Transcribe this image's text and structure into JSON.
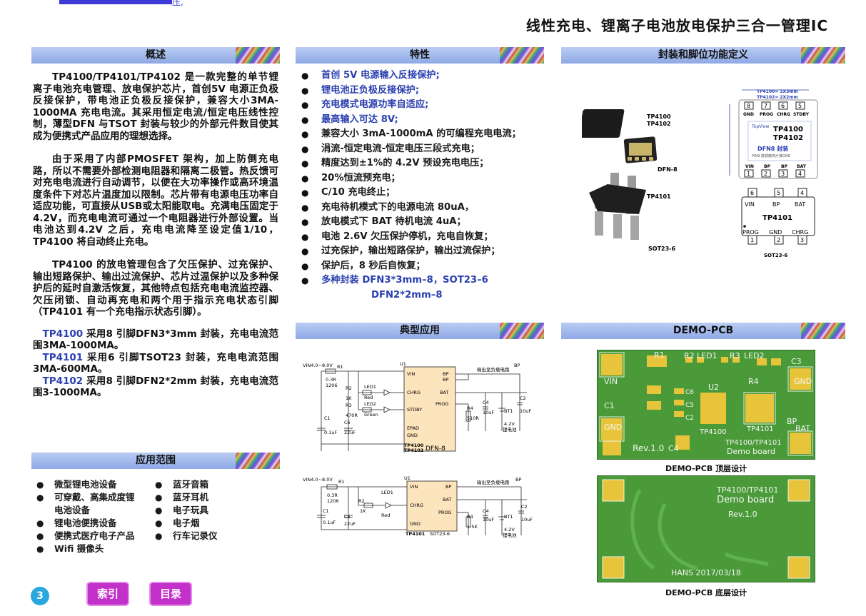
{
  "top_fragment": "压,",
  "page_title": "线性充电、锂离子电池放电保护三合一管理IC",
  "sections": {
    "overview": "概述",
    "features": "特性",
    "package": "封装和脚位功能定义",
    "typical": "典型应用",
    "demo_pcb": "DEMO-PCB",
    "applications": "应用范围"
  },
  "overview_paragraphs": [
    "TP4100/TP4101/TP4102 是一款完整的单节锂离子电池充电管理、放电保护芯片，首创5V 电源正负极反接保护，带电池正负极反接保护，兼容大小3MA-1000MA 充电电流。其采用恒定电流/恒定电压线性控制，薄型DFN 与TSOT 封装与较少的外部元件数目使其成为便携式产品应用的理想选择。",
    "由于采用了内部PMOSFET 架构，加上防倒充电路，所以不需要外部检测电阻器和隔离二极管。热反馈可对充电电流进行自动调节，以便在大功率操作或高环境温度条件下对芯片温度加以限制。芯片带有电源电压功率自适应功能，可直接从USB或太阳能取电。充满电压固定于4.2V，而充电电流可通过一个电阻器进行外部设置。当电池达到4.2V 之后，充电电流降至设定值1/10，TP4100 将自动终止充电。",
    "TP4100 的放电管理包含了欠压保护、过充保护、输出短路保护、输出过流保护、芯片过温保护以及多种保护后的延时自激活恢复，其他特点包括充电电流监控器、欠压闭锁、自动再充电和两个用于指示充电状态引脚（TP4101 有一个充电指示状态引脚）。"
  ],
  "package_notes": [
    {
      "part": "TP4100",
      "text": "采用8 引脚DFN3*3mm 封装，充电电流范围3MA-1000MA。"
    },
    {
      "part": "TP4101",
      "text": "采用6 引脚TSOT23 封装，充电电流范围3MA-600MA。"
    },
    {
      "part": "TP4102",
      "text": "采用8 引脚DFN2*2mm 封装，充电电流范围3-1000MA。"
    }
  ],
  "features": [
    "首创 5V 电源输入反接保护;",
    "锂电池正负极反接保护;",
    "充电模式电源功率自适应;",
    "最高输入可达 8V;",
    "兼容大小 3mA-1000mA 的可编程充电电流；",
    "涓流-恒定电流-恒定电压三段式充电；",
    "精度达到±1%的 4.2V 预设充电电压；",
    "20%恒流预充电；",
    "C/10 充电终止；",
    "充电待机模式下的电源电流 80uA，",
    "放电模式下 BAT 待机电流 4uA；",
    "电池 2.6V 欠压保护停机，充电自恢复；",
    "过充保护，输出短路保护，输出过流保护；",
    "保护后，8 秒后自恢复；",
    "多种封装  DFN3*3mm–8，SOT23–6",
    "DFN2*2mm–8"
  ],
  "applications_left": [
    "微型锂电池设备",
    "可穿戴、高集成度锂",
    "电池设备",
    "锂电池便携设备",
    "便携式医疗电子产品",
    "Wifi 摄像头"
  ],
  "applications_right": [
    "蓝牙音箱",
    "蓝牙耳机",
    "电子玩具",
    "电子烟",
    "行车记录仪"
  ],
  "pkg_labels": {
    "dfn_names": "TP4100\nTP4102",
    "dfn_tag": "DFN-8",
    "sot_name": "TP4101",
    "sot_tag": "SOT23-6",
    "dim1": "TP4100= 3X3mm",
    "dim2": "TP4102= 2X2mm",
    "top_view": "TopView",
    "chip1": "TP4100",
    "chip2": "TP4102",
    "dfn8": "DFN8 封装",
    "pin9": "PIN9 底部散热片接GND",
    "top_pins": [
      "GND",
      "PROG",
      "CHRG",
      "STDBY"
    ],
    "top_nums": [
      "8",
      "7",
      "6",
      "5"
    ],
    "bot_pins": [
      "VIN",
      "BP",
      "BP",
      "BAT"
    ],
    "bot_nums": [
      "1",
      "2",
      "3",
      "4"
    ],
    "sot_top_pins": [
      "VIN",
      "BP",
      "BAT"
    ],
    "sot_top_nums": [
      "6",
      "5",
      "4"
    ],
    "sot_bot_pins": [
      "PROG",
      "GND",
      "CHRG"
    ],
    "sot_bot_nums": [
      "1",
      "2",
      "3"
    ],
    "sot_tag2": "SOT23-6"
  },
  "schematic1": {
    "vin": "VIN4.0~8.0V",
    "r1": "R1",
    "r1v": "0.3R",
    "r1p": "1206",
    "r2": "R2",
    "r2v": "1K",
    "r3": "R3",
    "r3v": "470R",
    "led1": "LED1",
    "led1c": "Red",
    "led2": "LED2",
    "led2c": "Green",
    "c1": "C1",
    "c1v": "0.1uF",
    "c6": "C6",
    "c6v": "22uF",
    "u1": "U1",
    "pins_left": [
      "VIN",
      "CHRG",
      "STDBY",
      "EPAD",
      "GND"
    ],
    "pins_right": [
      "BP",
      "BP",
      "BAT",
      "PROG"
    ],
    "out": "输出至负载电路",
    "bp": "BP",
    "r4": "R4",
    "r4v": "510R",
    "c4": "C4",
    "c4v": "10uF",
    "bt1": "BT1",
    "bt1v": "4.2V",
    "bt1n": "锂电池",
    "c2": "C2",
    "c2v": "10uF",
    "part": "TP4100",
    "part2": "TP4102",
    "pkg": "DFN-8"
  },
  "schematic2": {
    "vin": "VIN4.0~8.0V",
    "r1": "R1",
    "r1v": "0.3R",
    "r1p": "1206",
    "r2": "R2",
    "r2v": "1K",
    "led1": "LED1",
    "led1c": "Red",
    "c1": "C1",
    "c1v": "0.1uF",
    "c6": "C6",
    "c6v": "22uF",
    "u1": "U1",
    "pins_left": [
      "VIN",
      "CHRG",
      "GND"
    ],
    "pins_right": [
      "BP",
      "BAT",
      "PROG"
    ],
    "out": "输出至负载电路",
    "bp": "BP",
    "r4": "R4",
    "r4v": "1.5K",
    "c4": "C4",
    "c4v": "10uF",
    "bt1": "BT1",
    "bt1v": "4.2V",
    "bt1n": "锂电池",
    "c2": "C2",
    "c2v": "10uF",
    "part": "TP4101",
    "pkg": "SOT23-6"
  },
  "pcb_top": {
    "labels": [
      "R1",
      "R2",
      "LED1",
      "R3",
      "LED2",
      "C3",
      "VIN",
      "GND",
      "C1",
      "U2",
      "R4",
      "C6",
      "C5",
      "C2",
      "TP4100",
      "TP4101",
      "BP",
      "BAT",
      "GND",
      "Rev.1.0",
      "C4",
      "TP4100/TP4101",
      "Demo board"
    ],
    "caption": "DEMO-PCB 顶层设计"
  },
  "pcb_bottom": {
    "line1": "TP4100/TP4101",
    "line2": "Demo board",
    "line3": "Rev.1.0",
    "footer": "HANS 2017/03/18",
    "caption": "DEMO-PCB 底层设计"
  },
  "page_number": "3",
  "nav": {
    "index": "索引",
    "toc": "目录"
  }
}
